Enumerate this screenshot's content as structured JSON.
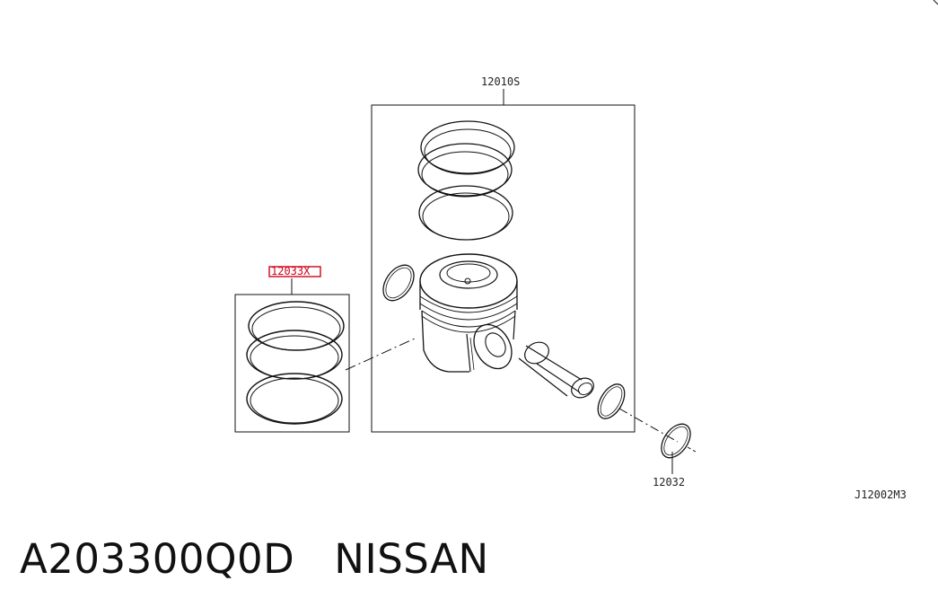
{
  "diagram": {
    "callouts": {
      "piston_assembly": "12010S",
      "ring_set": "12033X",
      "snap_ring": "12032",
      "diagram_ref": "J12002M3"
    },
    "highlight_color": "#d0021b",
    "line_color": "#111111"
  },
  "footer": {
    "part_number": "A203300Q0D",
    "brand": "NISSAN"
  }
}
